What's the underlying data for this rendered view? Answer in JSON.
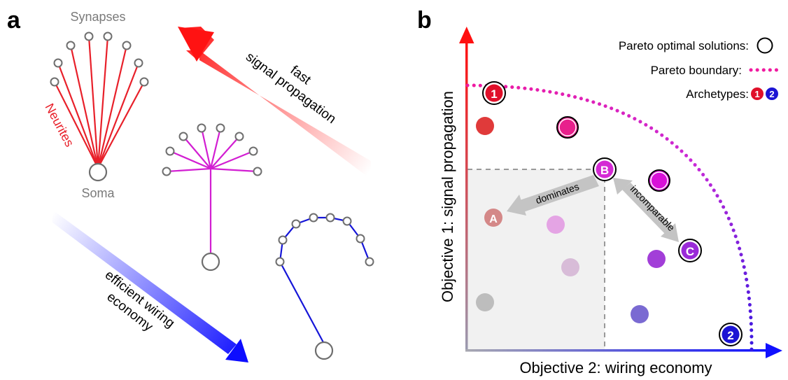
{
  "panel_a": {
    "panel_label": "a",
    "synapses_label": "Synapses",
    "neurites_label": "Neurites",
    "soma_label": "Soma",
    "fast_arrow_text": [
      "fast",
      "signal propagation"
    ],
    "wiring_arrow_text": [
      "efficient wiring",
      "economy"
    ],
    "colors": {
      "red": "#e8202a",
      "magenta": "#d21ed2",
      "blue": "#1515d8",
      "node": "#6e6e6e"
    }
  },
  "panel_b": {
    "panel_label": "b",
    "y_axis_label": "Objective 1: signal propagation",
    "x_axis_label": "Objective 2: wiring economy",
    "legend": {
      "pareto_solutions": "Pareto optimal solutions:",
      "pareto_boundary": "Pareto boundary:",
      "archetypes": "Archetypes:",
      "archetype_1": "1",
      "archetype_2": "2"
    },
    "point_labels": {
      "A": "A",
      "B": "B",
      "C": "C"
    },
    "relation_labels": {
      "dominates": "dominates",
      "incomparable": "incomparable"
    },
    "colors": {
      "boundary": "#f01aa0",
      "archetype1": "#e0102a",
      "archetype2": "#1c14d4"
    }
  }
}
